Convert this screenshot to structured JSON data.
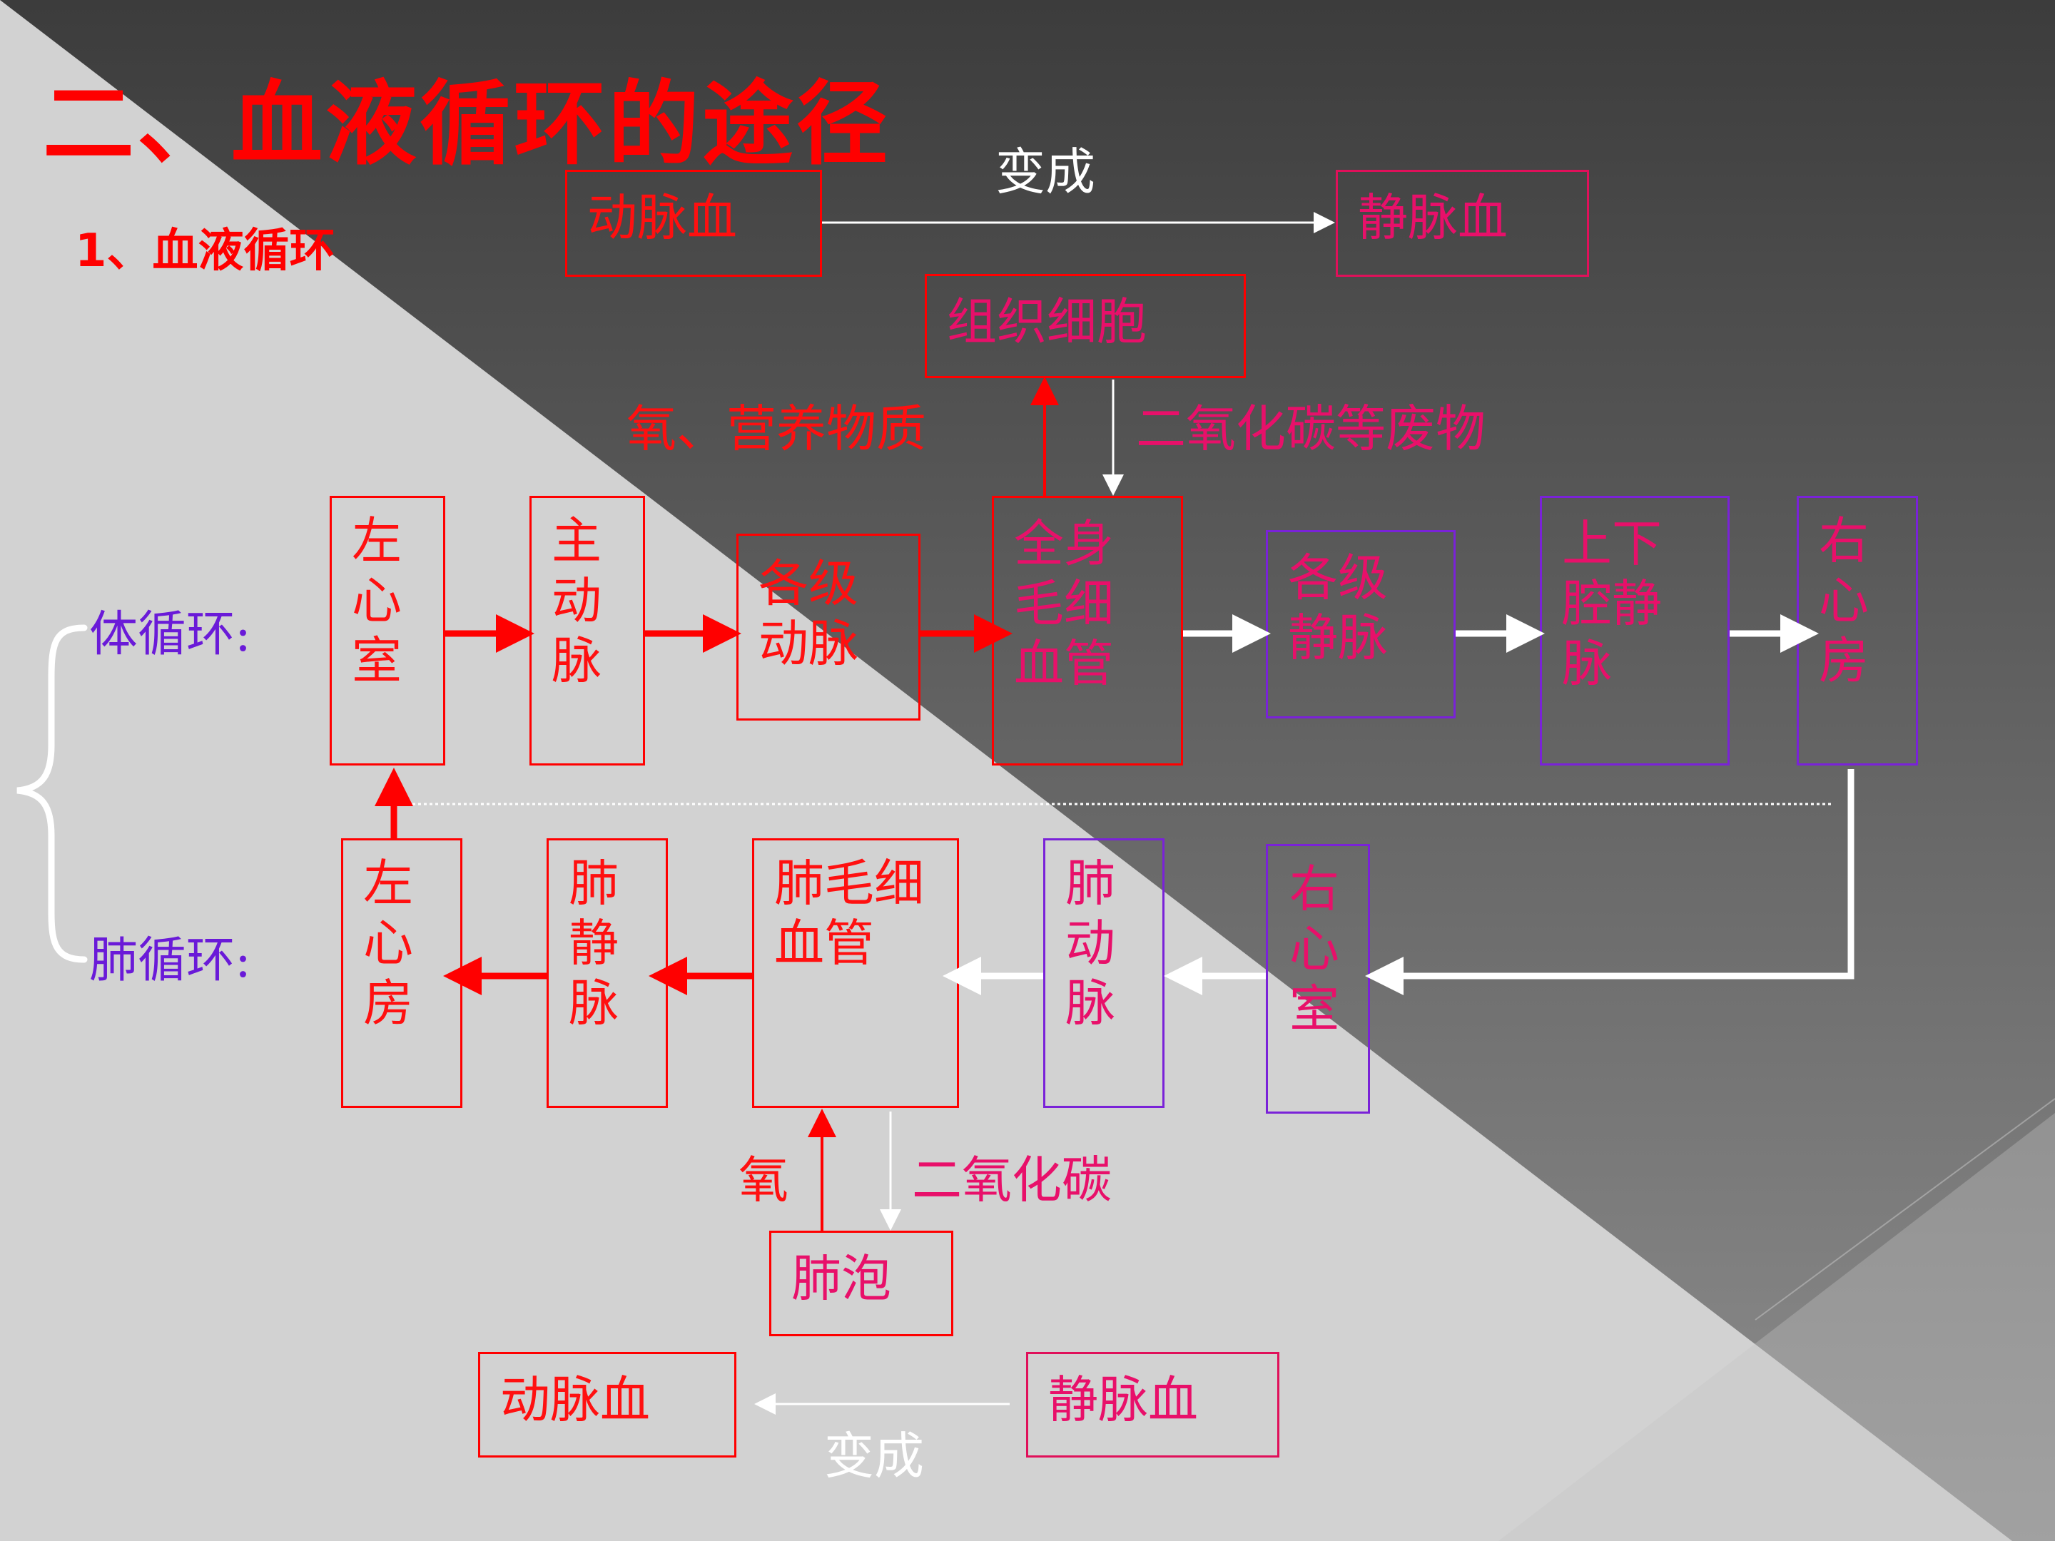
{
  "title": "二、血液循环的途径",
  "subtitle": "1、血液循环",
  "colors": {
    "red": "#ff0000",
    "pink": "#e0105a",
    "purple": "#7a22d8",
    "white": "#ffffff"
  },
  "legend_top": {
    "from": "动脉血",
    "verb": "变成",
    "to": "静脉血"
  },
  "legend_bottom": {
    "from": "静脉血",
    "verb": "变成",
    "to": "动脉血"
  },
  "circulations": {
    "systemic": "体循环:",
    "pulmonary": "肺循环:"
  },
  "systemic_nodes": [
    {
      "label": "左\n心\n室"
    },
    {
      "label": "主\n动\n脉"
    },
    {
      "label": "各级\n动脉"
    },
    {
      "label": "全身\n毛细\n血管"
    },
    {
      "label": "各级\n静脉"
    },
    {
      "label": "上下\n腔静\n脉"
    },
    {
      "label": "右\n心\n房"
    }
  ],
  "pulmonary_nodes": [
    {
      "label": "左\n心\n房"
    },
    {
      "label": "肺\n静\n脉"
    },
    {
      "label": "肺毛细\n血管"
    },
    {
      "label": "肺\n动\n脉"
    },
    {
      "label": "右\n心\n室"
    }
  ],
  "tissue": {
    "label": "组织细胞",
    "in": "氧、营养物质",
    "out": "二氧化碳等废物"
  },
  "alveolus": {
    "label": "肺泡",
    "in": "氧",
    "out": "二氧化碳"
  }
}
